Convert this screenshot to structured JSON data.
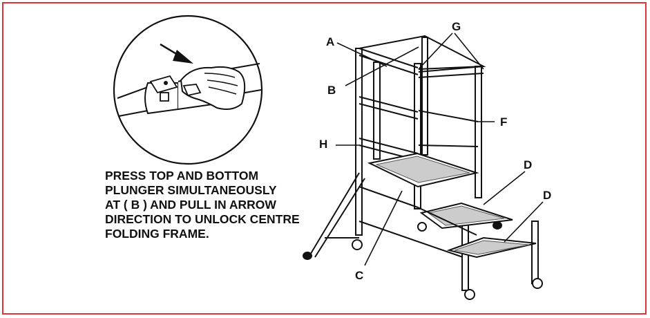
{
  "instruction_lines": [
    "PRESS TOP AND BOTTOM",
    "PLUNGER SIMULTANEOUSLY",
    "AT ( B ) AND PULL IN ARROW",
    "DIRECTION TO UNLOCK CENTRE",
    "FOLDING FRAME."
  ],
  "part_labels": {
    "A": "A",
    "B": "B",
    "C": "C",
    "D1": "D",
    "D2": "D",
    "F": "F",
    "G": "G",
    "H": "H"
  },
  "colors": {
    "border": "#e0303a",
    "ink": "#111111"
  }
}
